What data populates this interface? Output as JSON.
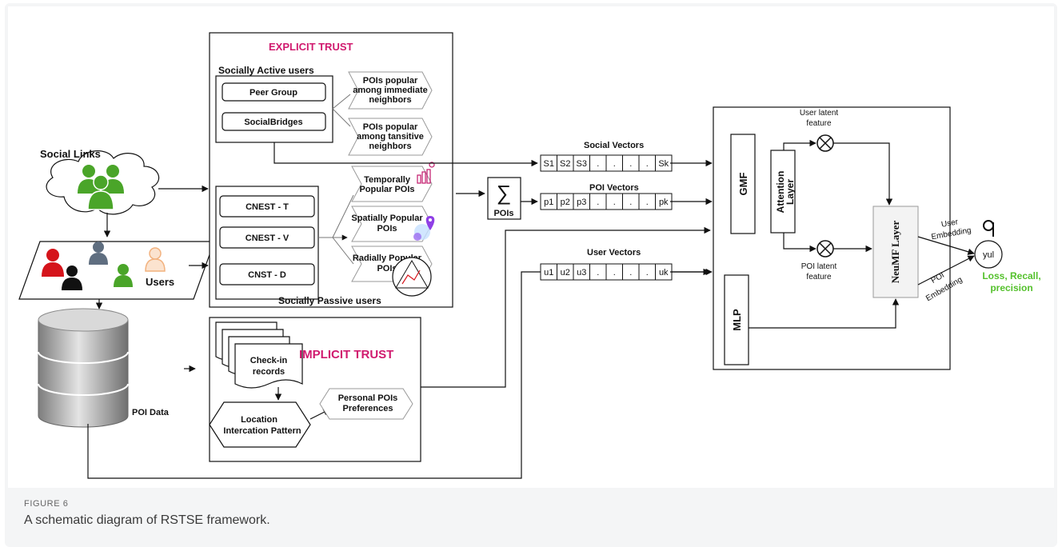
{
  "explicit_trust": {
    "title": "EXPLICIT TRUST",
    "socially_active": "Socially Active   users",
    "peer_group": "Peer Group",
    "social_bridges": "SocialBridges",
    "pois_immediate": [
      "POIs popular",
      "among immediate",
      "neighbors"
    ],
    "pois_transitive": [
      "POIs popular",
      "among tansitive",
      "neighbors"
    ],
    "cnest_t": "CNEST - T",
    "cnest_v": "CNEST - V",
    "cnst_d": "CNST - D",
    "temporal": [
      "Temporally",
      "Popular POIs"
    ],
    "spatial": [
      "Spatially Popular",
      "POIs"
    ],
    "radial": [
      "Radially  Popular",
      "POIs"
    ],
    "socially_passive": "Socially Passive users"
  },
  "implicit_trust": {
    "title": "IMPLICIT TRUST",
    "checkin": [
      "Check-in",
      "records"
    ],
    "location_pattern": [
      "Location",
      "Intercation Pattern"
    ],
    "personal_pref": [
      "Personal POIs",
      "Preferences"
    ]
  },
  "left": {
    "social_links": "Social Links",
    "users": "Users",
    "poi_data": "POI Data"
  },
  "vectors": {
    "social_title": "Social  Vectors",
    "social_cells": [
      "S1",
      "S2",
      "S3",
      ".",
      ".",
      ".",
      ".",
      "Sk"
    ],
    "poi_title": "POI Vectors",
    "poi_cells": [
      "p1",
      "p2",
      "p3",
      ".",
      ".",
      ".",
      ".",
      "pk"
    ],
    "user_title": "User Vectors",
    "user_cells": [
      "u1",
      "u2",
      "u3",
      ".",
      ".",
      ".",
      ".",
      "uk"
    ],
    "sum_label": "POIs",
    "sum_symbol": "∑"
  },
  "model": {
    "gmf": "GMF",
    "attention": [
      "Attention",
      "Layer"
    ],
    "mlp": "MLP",
    "neumf": "NeuMF Layer",
    "user_latent": [
      "User latent",
      "feature"
    ],
    "poi_latent": [
      "POI latent",
      "feature"
    ],
    "user_embedding": [
      "User",
      "Embedding"
    ],
    "poi_embedding": [
      "POI",
      "Embedding"
    ],
    "y_ul": "yul",
    "output": [
      "Loss, Recall,",
      "precision"
    ]
  },
  "colors": {
    "trust_title": "#d0196e",
    "output_text": "#55c12d",
    "people_green": "#4aa529",
    "user_red": "#d5141b",
    "user_slate": "#5f6e80",
    "user_peach": "#f2b27f"
  },
  "caption": {
    "label": "FIGURE 6",
    "text": "A schematic diagram of RSTSE framework."
  }
}
